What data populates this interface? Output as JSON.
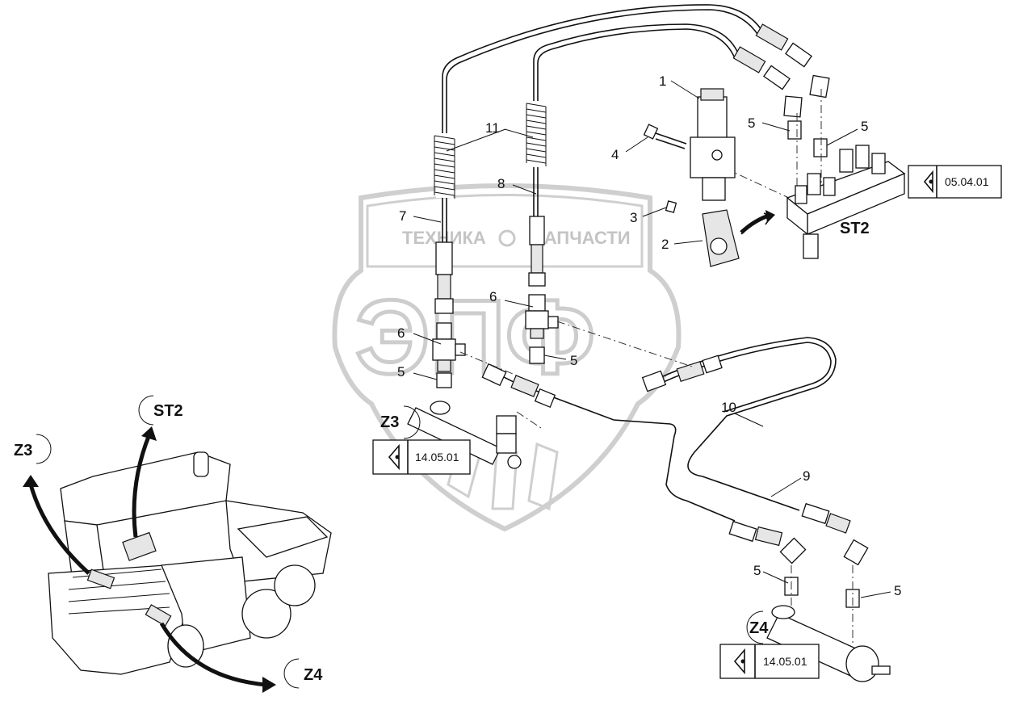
{
  "watermark": {
    "top_text_left": "ТЕХНИКА",
    "top_text_right": "ЗАПЧАСТИ",
    "big_text": "ЭПФ"
  },
  "callouts": {
    "c1": "1",
    "c2": "2",
    "c3": "3",
    "c4": "4",
    "c5a": "5",
    "c5b": "5",
    "c5c": "5",
    "c5d": "5",
    "c5e": "5",
    "c5f": "5",
    "c6a": "6",
    "c6b": "6",
    "c7": "7",
    "c8": "8",
    "c9": "9",
    "c10": "10",
    "c11a": "11",
    "c11b": "11"
  },
  "zones": {
    "st2_main": "ST2",
    "z3_main": "Z3",
    "z4_main": "Z4",
    "st2_overview": "ST2",
    "z3_overview": "Z3",
    "z4_overview": "Z4"
  },
  "view_refs": {
    "ref_st2": "05.04.01",
    "ref_z3": "14.05.01",
    "ref_z4": "14.05.01"
  }
}
